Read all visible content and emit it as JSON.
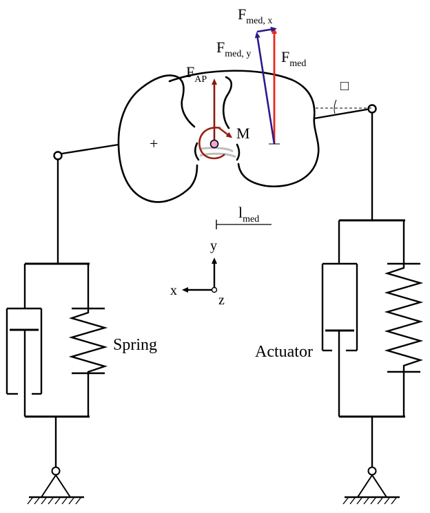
{
  "labels": {
    "f_med_x_main": "F",
    "f_med_x_sub": "med, x",
    "f_med_y_main": "F",
    "f_med_y_sub": "med, y",
    "f_med_main": "F",
    "f_med_sub": "med",
    "f_ap_main": "F",
    "f_ap_sub": "AP",
    "moment": "M",
    "plus": "+",
    "l_med_main": "l",
    "l_med_sub": "med",
    "axis_y": "y",
    "axis_x": "x",
    "axis_z": "z",
    "spring": "Spring",
    "actuator": "Actuator",
    "angle_box": "□"
  },
  "colors": {
    "line": "#000000",
    "f_med": "#e8281e",
    "f_med_y": "#2a1a8c",
    "f_ap": "#8b1a0e",
    "moment": "#9a1f12",
    "center_dot": "#f0a6d6",
    "cartilage": "#bdbdbd"
  }
}
